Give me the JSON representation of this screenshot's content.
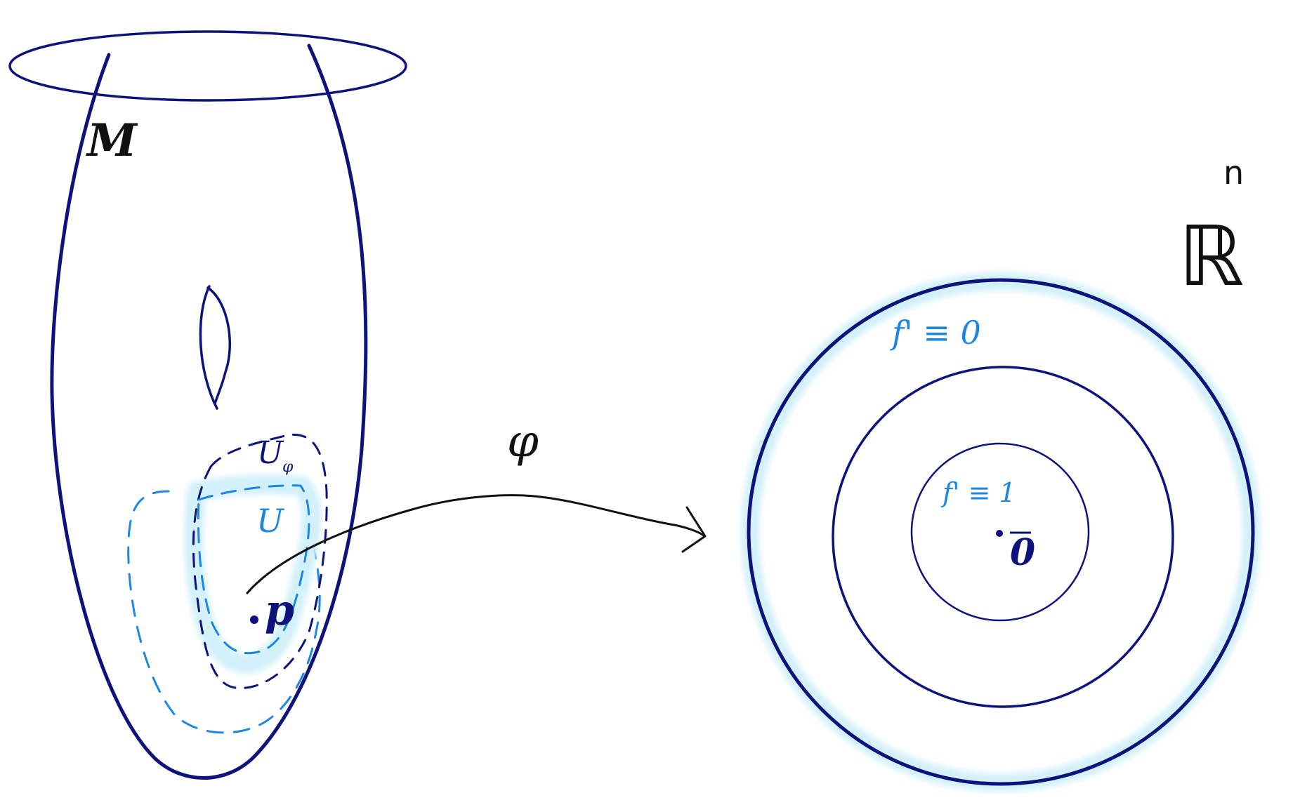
{
  "colors": {
    "navy": "#0d137a",
    "black": "#111111",
    "light_blue": "#1d86e0",
    "halo": "#d3f1fb",
    "background": "#ffffff"
  },
  "labels": {
    "manifold": "M",
    "euclidean_space": "ℝ",
    "euclidean_exponent": "n",
    "chart_domain": "U",
    "chart_domain_subscript": "φ",
    "neighborhood": "U",
    "point": "p",
    "map": "φ",
    "outer_annulus": "f' ≡ 0",
    "inner_disk": "f' ≡ 1",
    "origin": "0"
  }
}
